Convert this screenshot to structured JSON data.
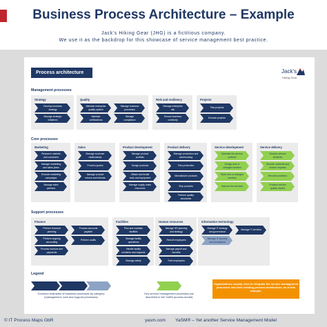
{
  "header": {
    "title": "Business Process Architecture – Example",
    "sub1": "Jack's Hiking Gear (JHG) is a fictitious company.",
    "sub2": "We use it as the backdrop for this showcase of service management best practice."
  },
  "diagram": {
    "title": "Process architecture",
    "logo_name": "Jack's",
    "logo_sub": "Hiking Gear",
    "management": {
      "label": "Management processes",
      "groups": [
        {
          "title": "Strategy",
          "items": [
            "Develop business strategy",
            "Manage strategic initiatives"
          ]
        },
        {
          "title": "Quality",
          "items": [
            "Maintain enterprise quality system",
            "Manage business processes",
            "Maintain certifications",
            "Manage compliance"
          ]
        },
        {
          "title": "Risk and resiliency",
          "items": [
            "Manage enterprise risk",
            "Ensure business continuity"
          ]
        },
        {
          "title": "Projects",
          "items": [
            "Plan projects",
            "Execute projects"
          ]
        }
      ]
    },
    "core": {
      "label": "Core processes",
      "groups": [
        {
          "title": "Marketing",
          "items": [
            "Research markets and customers",
            "Manage marketing and sales plans",
            "Execute marketing campaigns",
            "Manage sales partners"
          ]
        },
        {
          "title": "Sales",
          "items": [
            "Manage customer relationships",
            "Process quotes",
            "Manage product returns and refunds"
          ]
        },
        {
          "title": "Product development",
          "items": [
            "Manage product portfolio",
            "Design products",
            "Obtain and install tools and equipment",
            "Manage supply chain resources"
          ]
        },
        {
          "title": "Product delivery",
          "items": [
            "Manage production and warehousing",
            "Plan production",
            "Manufacture products",
            "Ship products",
            "Perform quality assurance"
          ]
        },
        {
          "title": "Service development",
          "items": [
            "Maintain the service portfolio",
            "Design new or changed services",
            "Build new or changed services",
            "Improve the services"
          ]
        },
        {
          "title": "Service delivery",
          "items": [
            "Resolve service incidents",
            "Resolve incidents and service requests",
            "Resolve problems",
            "Produce service quality reports"
          ]
        }
      ]
    },
    "support": {
      "label": "Support processes",
      "groups": [
        {
          "title": "Finance",
          "items": [
            "Perform financial planning",
            "Process accounts payable",
            "Perform ongoing accounting",
            "Perform audits",
            "Process invoices and payments"
          ]
        },
        {
          "title": "Facilities",
          "items": [
            "Plan and maintain facilities",
            "Manage facility operations",
            "Handle facility incidents and requests",
            "Manage safety"
          ]
        },
        {
          "title": "Human resources",
          "items": [
            "Manage HR planning and strategy",
            "Recruit employees",
            "Manage payroll and benefits",
            "Train employees"
          ]
        },
        {
          "title": "Information technology",
          "items": [
            "Manage IT strategy and governance",
            "Manage IT services",
            "Manage IT security and compliance"
          ]
        }
      ]
    },
    "legend": {
      "title": "Legend",
      "text1": "Common examples of business processes by category (management, core and support processes)",
      "text2": "Key service management processes (as described in the YaSM process model)",
      "note": "Organizations usually need to integrate the service management processes into their existing process architecture, as in this example."
    }
  },
  "footer": {
    "left": "© IT Process Maps GbR",
    "center": "yasm.com",
    "right": "YaSM® – Yet another Service Management Model"
  },
  "colors": {
    "navy": "#1f3864",
    "light": "#8da3c4",
    "green": "#92d050",
    "orange": "#f39200",
    "red": "#c0272d"
  }
}
